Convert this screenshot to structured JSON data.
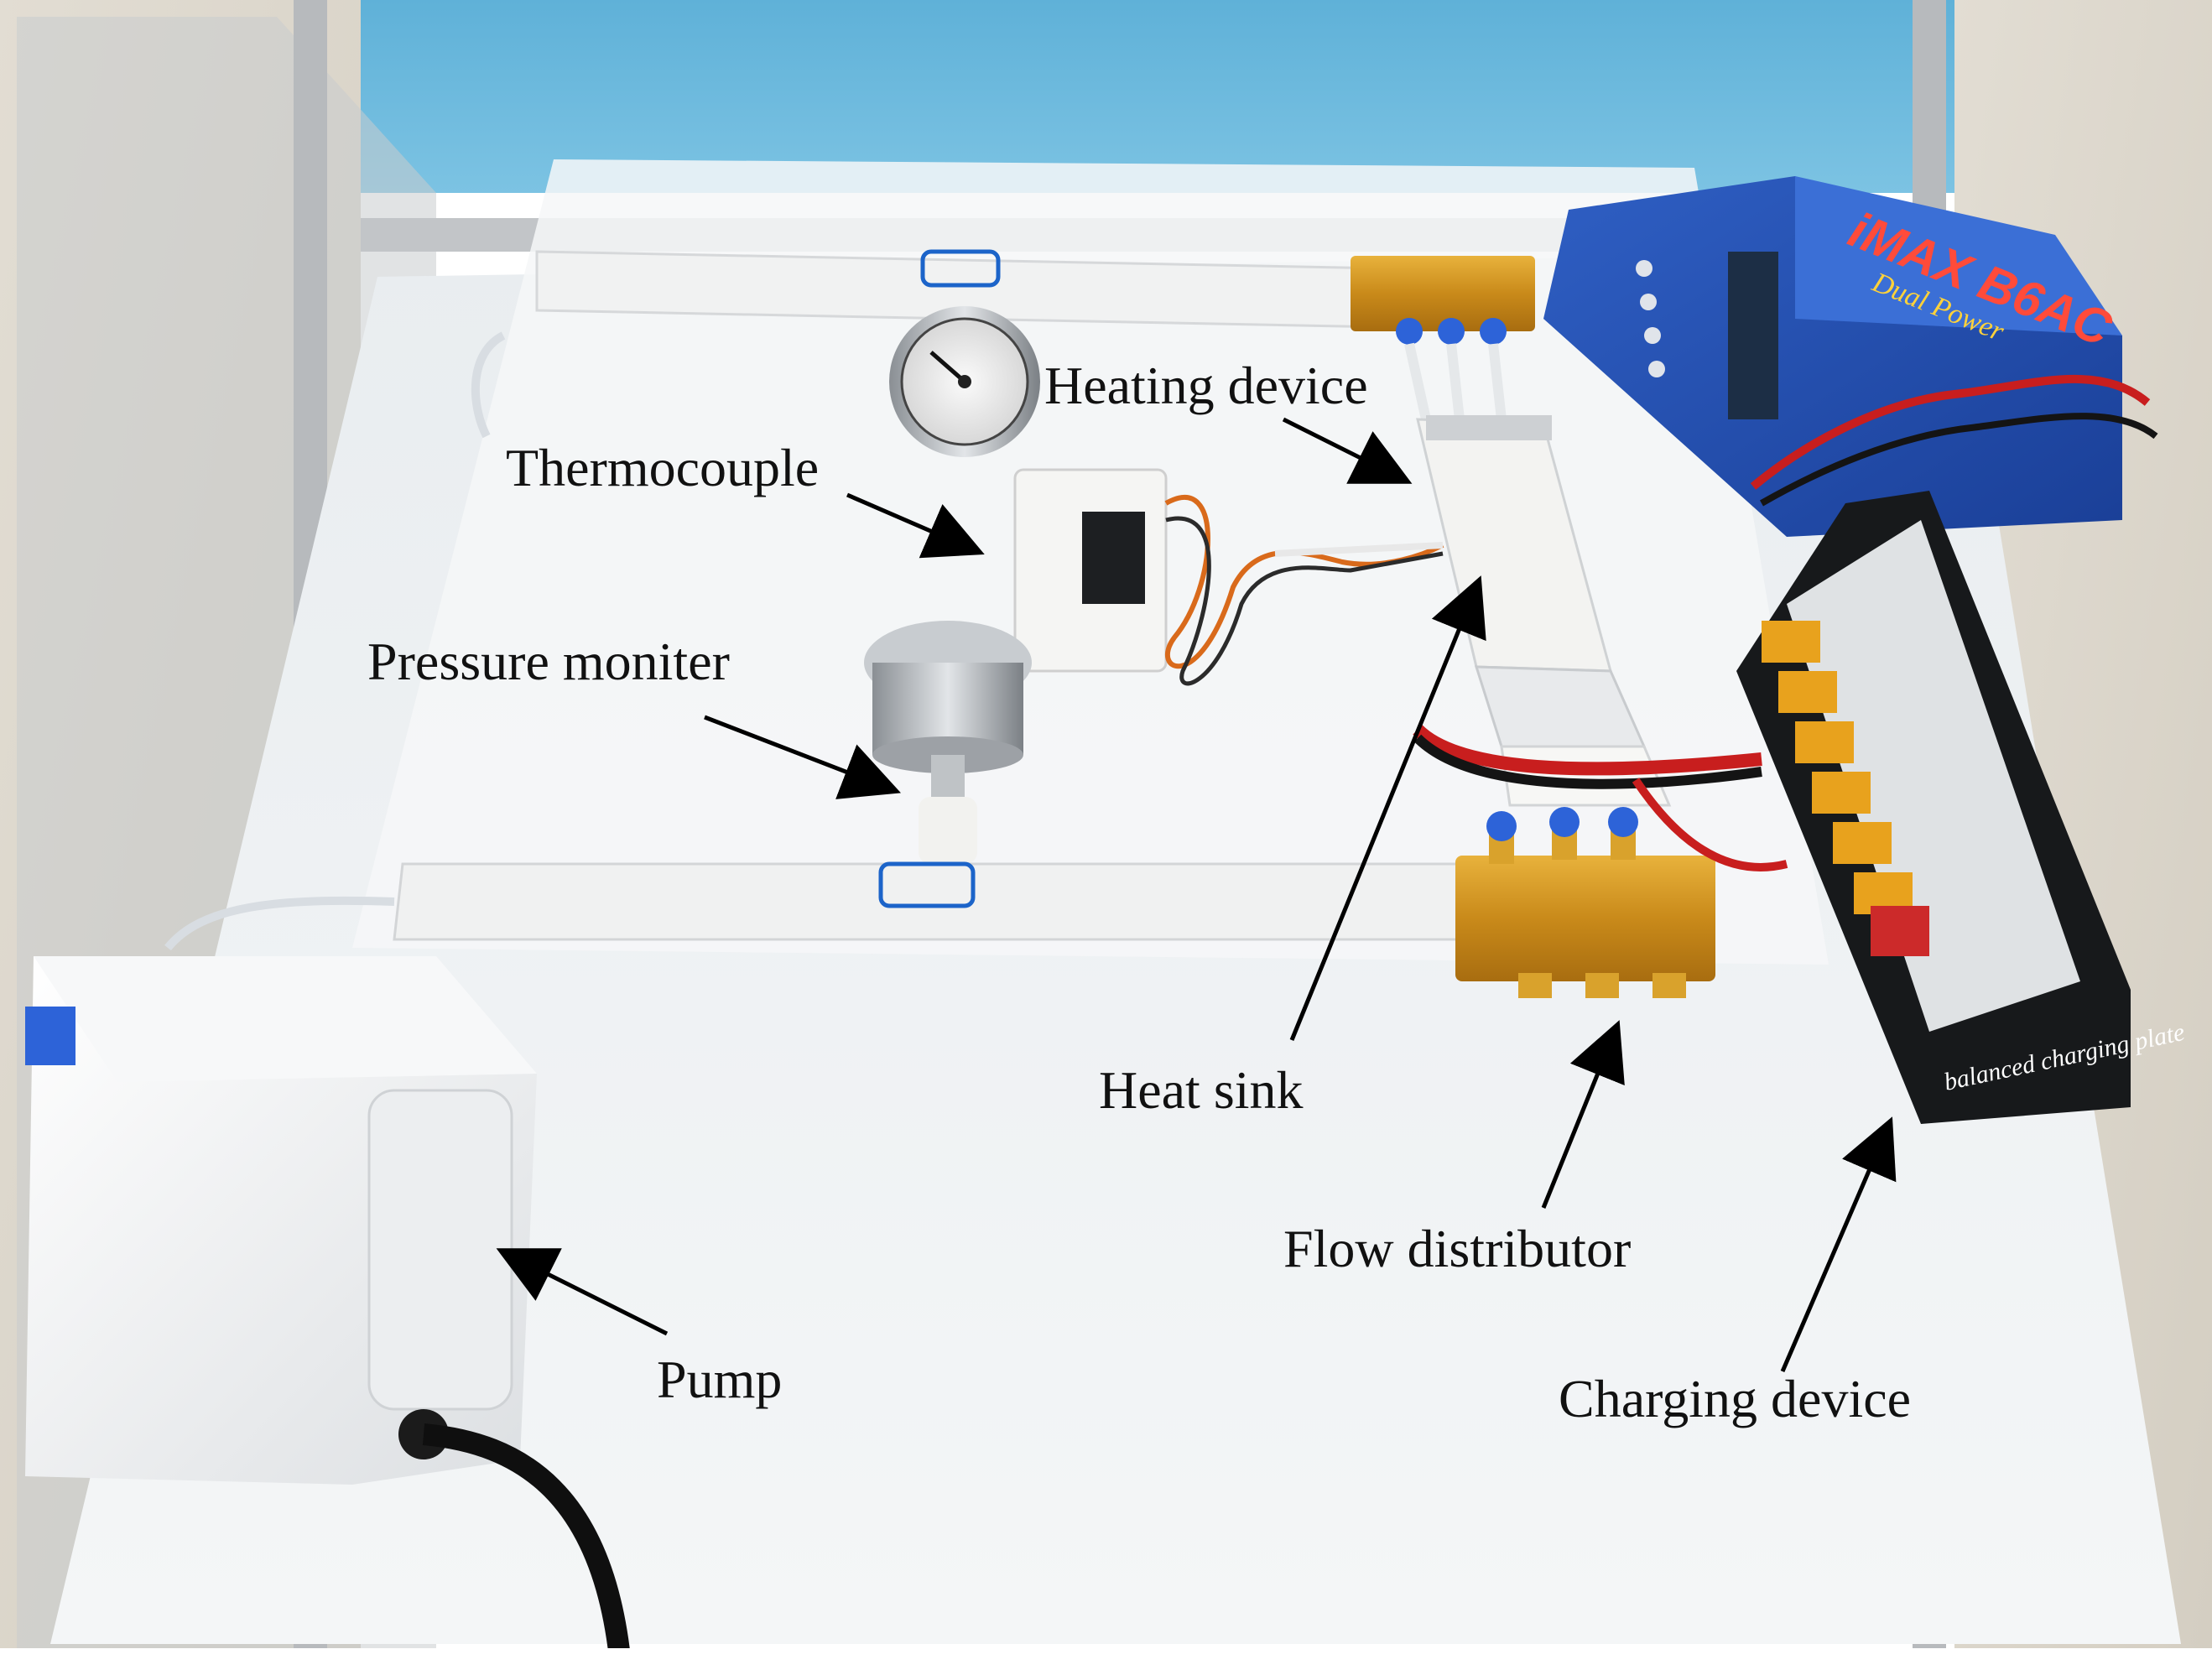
{
  "labels": {
    "heating_device": "Heating device",
    "thermocouple": "Thermocouple",
    "pressure_moniter": "Pressure moniter",
    "heat_sink": "Heat sink",
    "flow_distributor": "Flow distributor",
    "pump": "Pump",
    "charging_device": "Charging device"
  },
  "device_markings": {
    "charger_brand": "iMAX B6AC",
    "charger_subtitle": "Dual Power",
    "charging_plate_text": "balanced charging plate"
  }
}
